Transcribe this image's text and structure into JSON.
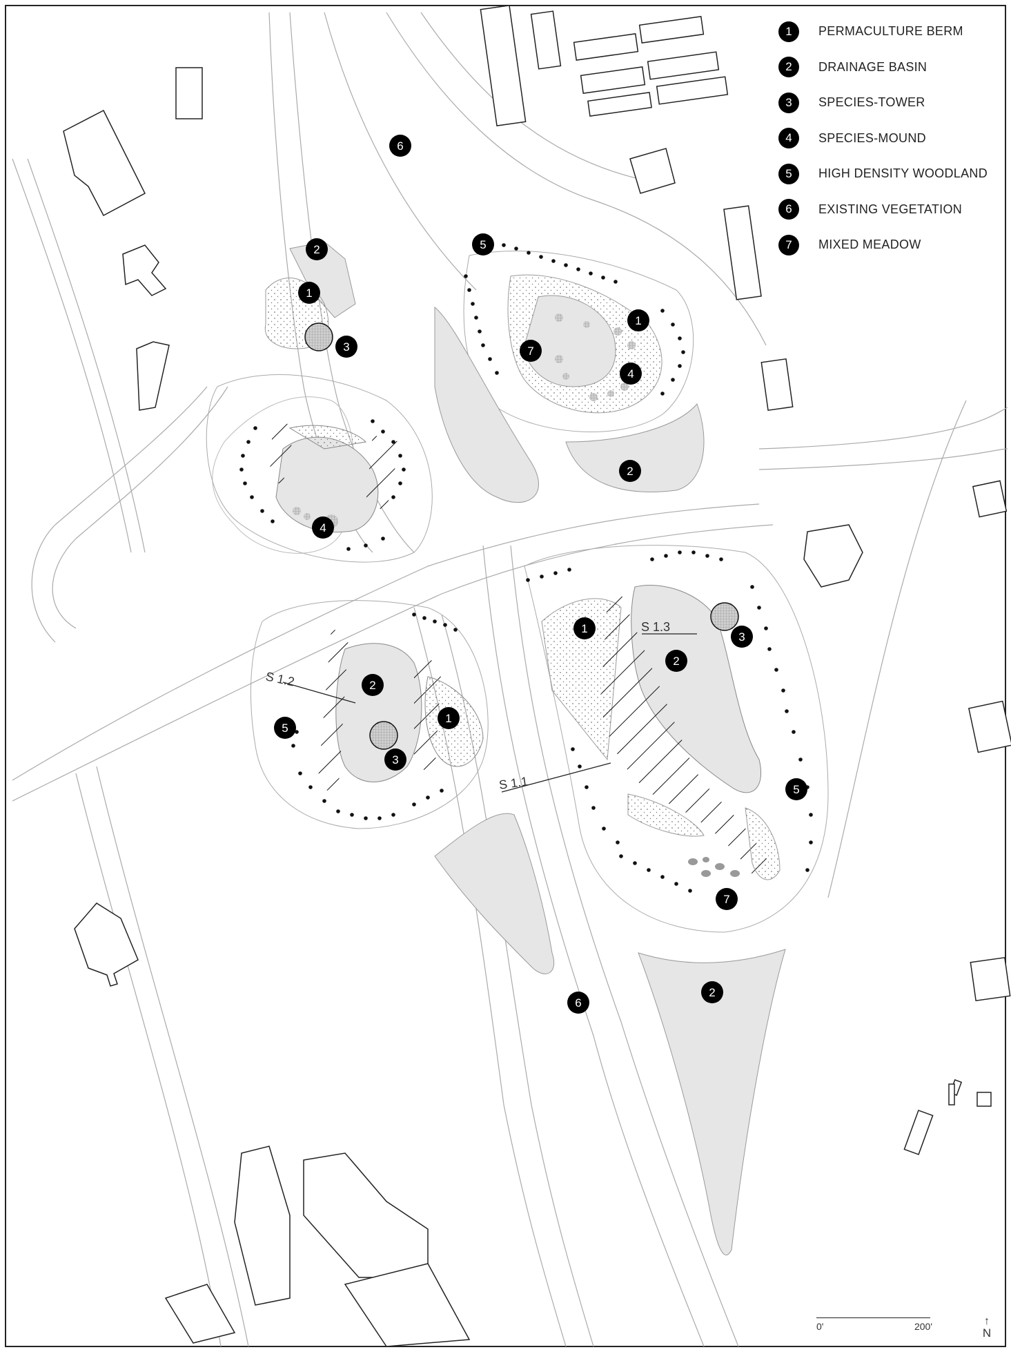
{
  "legend": [
    {
      "num": "1",
      "label": "PERMACULTURE BERM"
    },
    {
      "num": "2",
      "label": "DRAINAGE BASIN"
    },
    {
      "num": "3",
      "label": "SPECIES-TOWER"
    },
    {
      "num": "4",
      "label": "SPECIES-MOUND"
    },
    {
      "num": "5",
      "label": "HIGH DENSITY WOODLAND"
    },
    {
      "num": "6",
      "label": "EXISTING VEGETATION"
    },
    {
      "num": "7",
      "label": "MIXED MEADOW"
    }
  ],
  "sections": {
    "s11": "S 1.1",
    "s12": "S 1.2",
    "s13": "S 1.3"
  },
  "scale": {
    "start": "0'",
    "end": "200'"
  },
  "north": {
    "arrow": "↑",
    "label": "N"
  },
  "markers": {
    "m1": "1",
    "m2": "2",
    "m3": "3",
    "m4": "4",
    "m5": "5",
    "m6": "6",
    "m7": "7"
  },
  "colors": {
    "ink": "#000000",
    "fill_light": "#e6e6e6",
    "road_line": "#aaaaaa"
  }
}
